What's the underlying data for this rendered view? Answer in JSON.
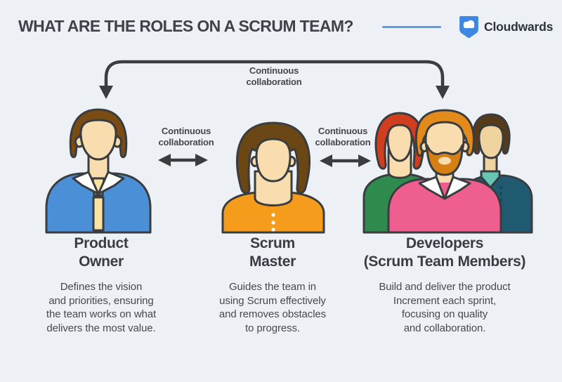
{
  "header": {
    "title": "WHAT ARE THE ROLES ON A SCRUM TEAM?",
    "brand": "Cloudwards"
  },
  "arrows": {
    "top_label_line1": "Continuous",
    "top_label_line2": "collaboration",
    "left_label_line1": "Continuous",
    "left_label_line2": "collaboration",
    "right_label_line1": "Continuous",
    "right_label_line2": "collaboration"
  },
  "roles": [
    {
      "id": "product-owner",
      "name_line1": "Product",
      "name_line2": "Owner",
      "desc_lines": [
        "Defines the vision",
        "and priorities, ensuring",
        "the team works on what",
        "delivers the most value."
      ]
    },
    {
      "id": "scrum-master",
      "name_line1": "Scrum",
      "name_line2": "Master",
      "desc_lines": [
        "Guides the team in",
        "using Scrum effectively",
        "and removes obstacles",
        "to progress."
      ]
    },
    {
      "id": "developers",
      "name_line1": "Developers",
      "name_line2": "(Scrum Team Members)",
      "desc_lines": [
        "Build and deliver the product",
        "Increment each sprint,",
        "focusing on quality",
        "and collaboration."
      ]
    }
  ],
  "palette": {
    "background": "#edf1f5",
    "outline": "#3a3d40",
    "divider_blue": "#5f9be0",
    "brand_blue": "#3d87e0",
    "skin": "#f9ddae",
    "po_hair": "#7a4b13",
    "po_shirt": "#4b8fd7",
    "po_tie": "#f9e2a2",
    "sm_hair": "#6a4715",
    "sm_top": "#f59c1c",
    "dev_woman_hair": "#cf3e1e",
    "dev_woman_top": "#2e8b4d",
    "dev_man_hair": "#e28a1a",
    "dev_man_beard": "#d67f12",
    "dev_man_top": "#ee5e8e",
    "dev_right_hair": "#573a1a",
    "dev_right_top": "#1f5a70",
    "dev_right_collar": "#66c6b5"
  }
}
